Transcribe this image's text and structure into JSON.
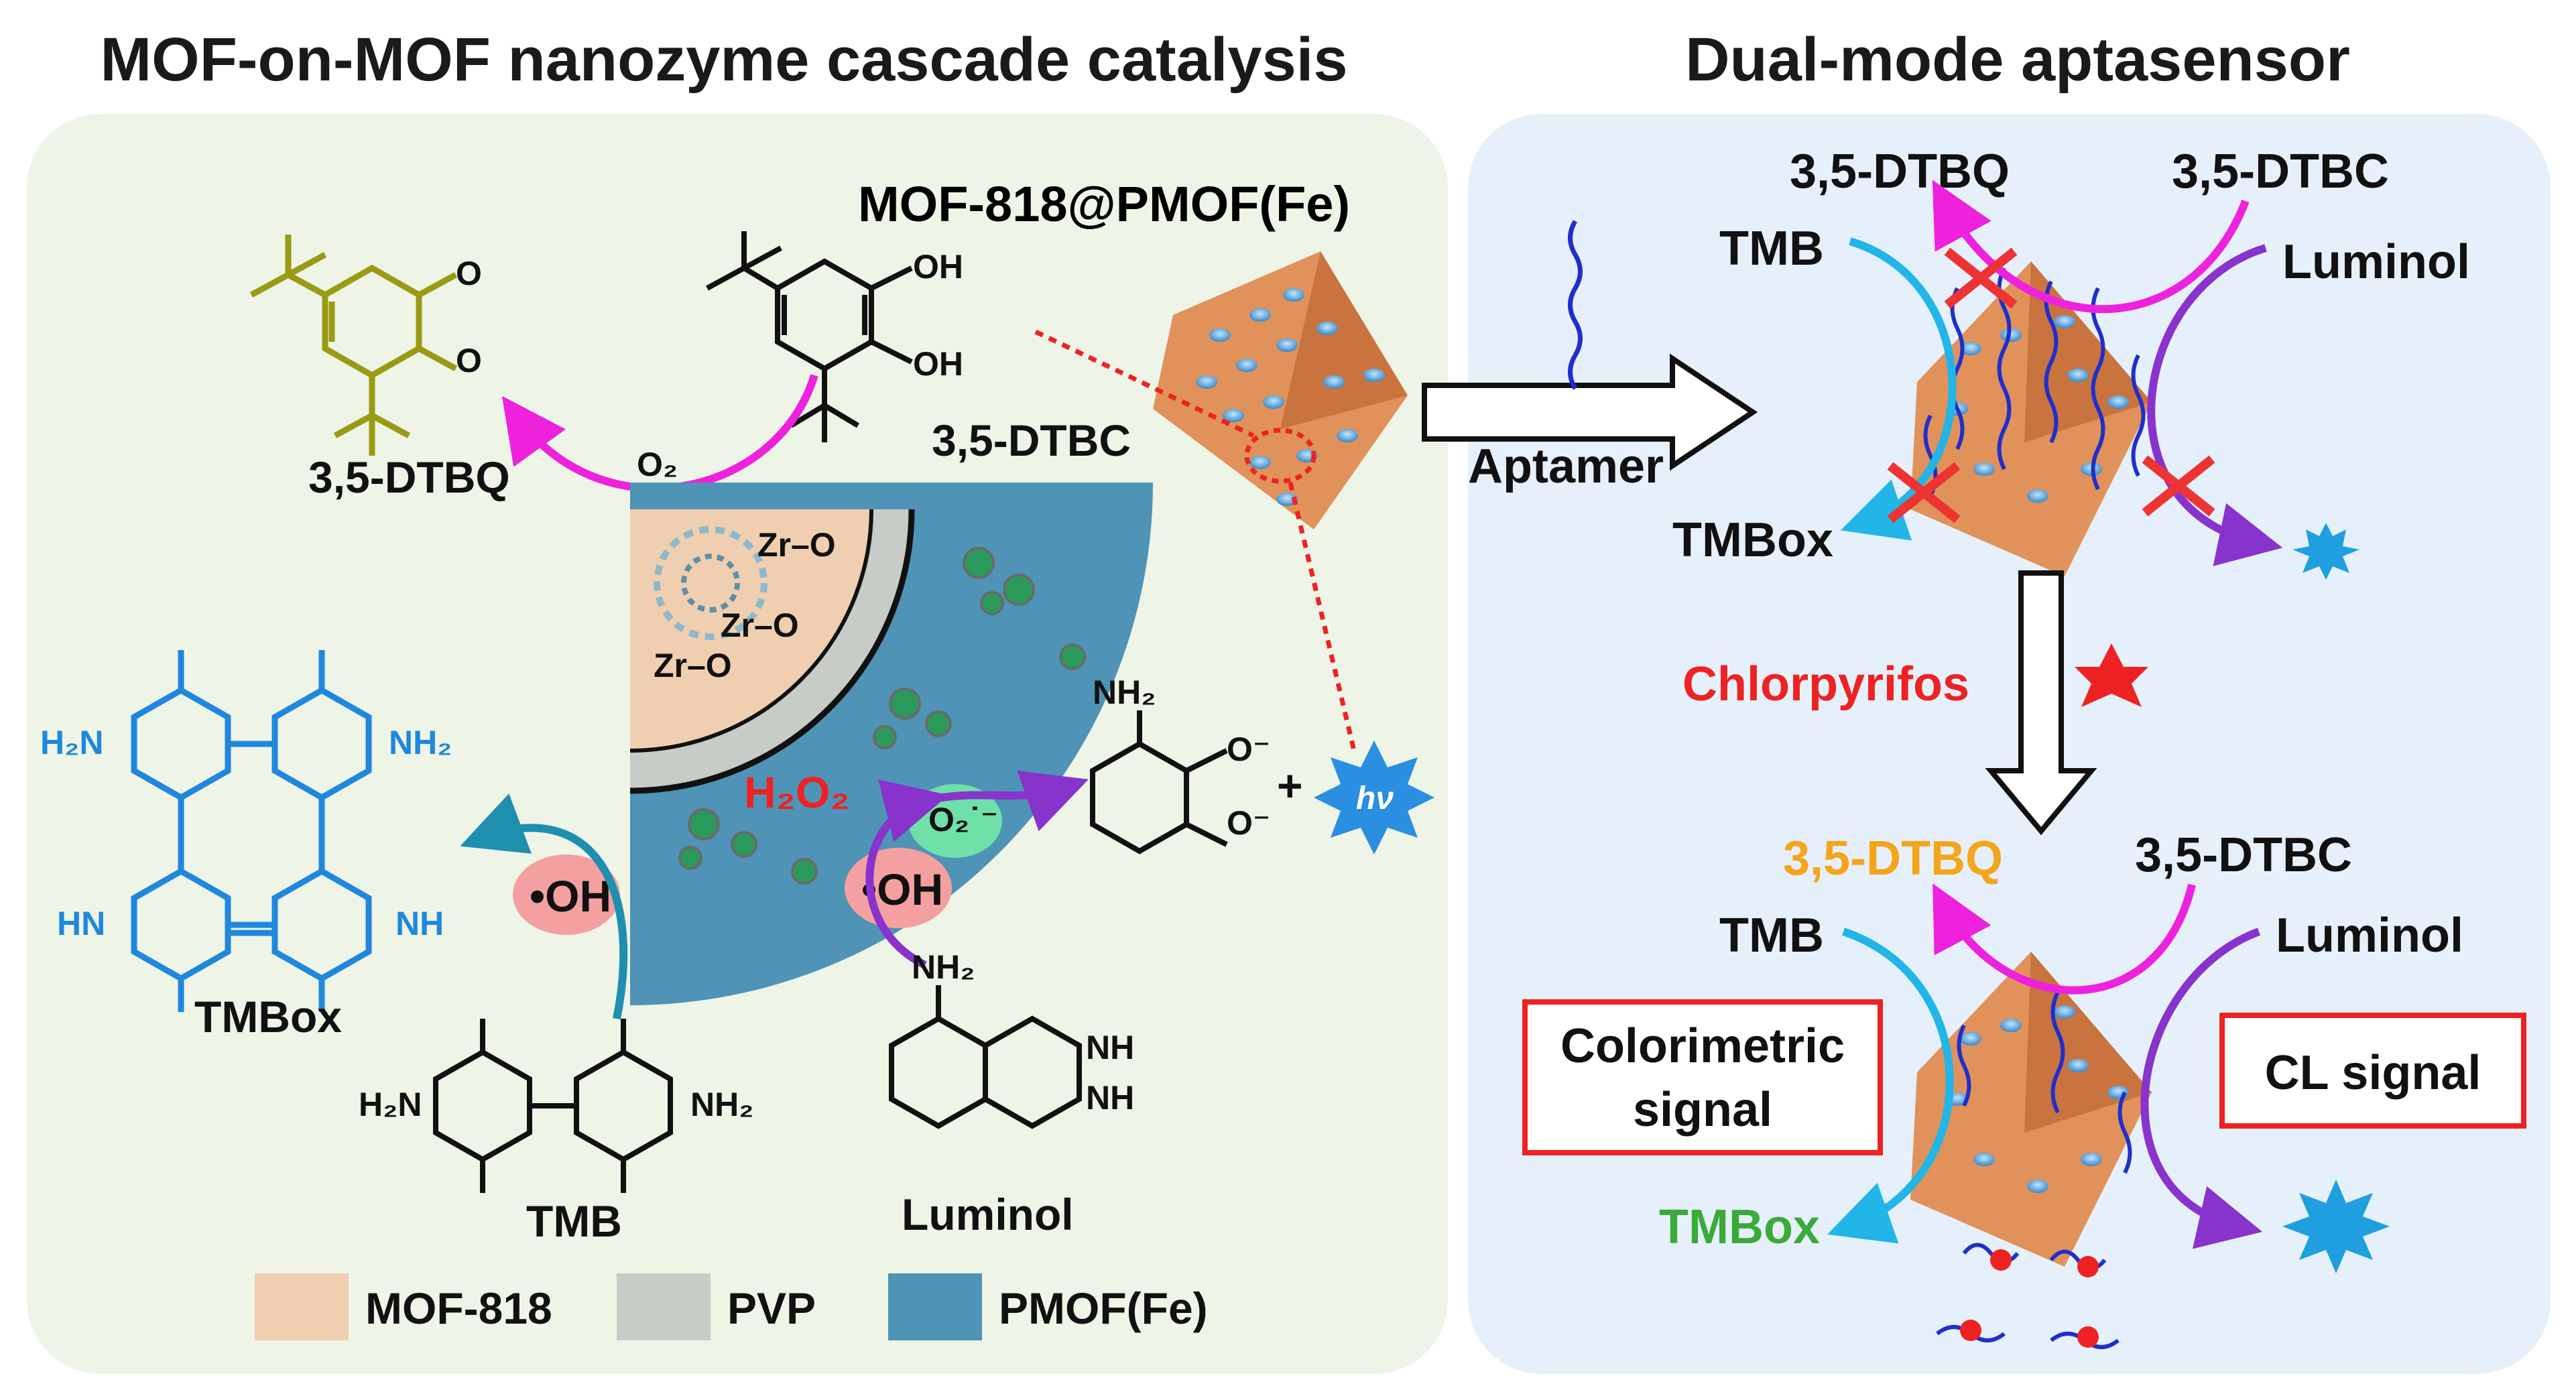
{
  "titles": {
    "left": "MOF-on-MOF nanozyme cascade catalysis",
    "right": "Dual-mode aptasensor"
  },
  "left_panel": {
    "composite": "MOF-818@PMOF(Fe)",
    "dtbq": "3,5-DTBQ",
    "dtbc": "3,5-DTBC",
    "o2": "O₂",
    "h2o2": "H₂O₂",
    "superoxide": "O₂˙⁻",
    "oh_left": "•OH",
    "oh_right": "•OH",
    "tmbox": "TMBox",
    "tmb": "TMB",
    "luminol": "Luminol",
    "hv": "hν",
    "plus": "+",
    "zr1": "Zr–O",
    "zr2": "Zr–O",
    "zr3": "Zr–O",
    "oh_a": "OH",
    "oh_b": "OH",
    "o_a": "O",
    "o_b": "O",
    "nh2_a": "H₂N",
    "nh2_b": "NH₂",
    "nh2_c": "H₂N",
    "nh2_d": "NH₂",
    "hn": "HN",
    "nh": "NH",
    "nh2_amino": "NH₂",
    "nh2_lum": "NH₂",
    "coo1": "O⁻",
    "coo2": "O⁻",
    "lum_nh1": "NH",
    "lum_nh2": "NH"
  },
  "legend": [
    {
      "label": "MOF-818",
      "color": "#efcfb0"
    },
    {
      "label": "PVP",
      "color": "#c8ccc6"
    },
    {
      "label": "PMOF(Fe)",
      "color": "#4f93b6"
    }
  ],
  "right_panel": {
    "top": {
      "dtbq": "3,5-DTBQ",
      "dtbc": "3,5-DTBC",
      "tmb": "TMB",
      "luminol": "Luminol",
      "tmbox": "TMBox"
    },
    "aptamer": "Aptamer",
    "chlorpyrifos": "Chlorpyrifos",
    "bottom": {
      "dtbq": "3,5-DTBQ",
      "dtbc": "3,5-DTBC",
      "tmb": "TMB",
      "luminol": "Luminol",
      "tmbox": "TMBox",
      "colorimetric_line1": "Colorimetric",
      "colorimetric_line2": "signal",
      "cl_signal": "CL signal"
    }
  },
  "colors": {
    "left_bg": "#eef4e6",
    "right_bg": "#e6f0fa",
    "magenta": "#ee22dd",
    "teal": "#1f8fb0",
    "purple": "#8833cc",
    "cyan": "#22b5e8",
    "red": "#ee2222",
    "orange_particle": "#e0925a",
    "aptamer_blue": "#1f2fcc",
    "tmb_blue": "#1f88dd",
    "dtbq_olive": "#9a9a14",
    "dtbq_orange": "#f5a51a",
    "tmbox_green": "#3aaa3a"
  }
}
